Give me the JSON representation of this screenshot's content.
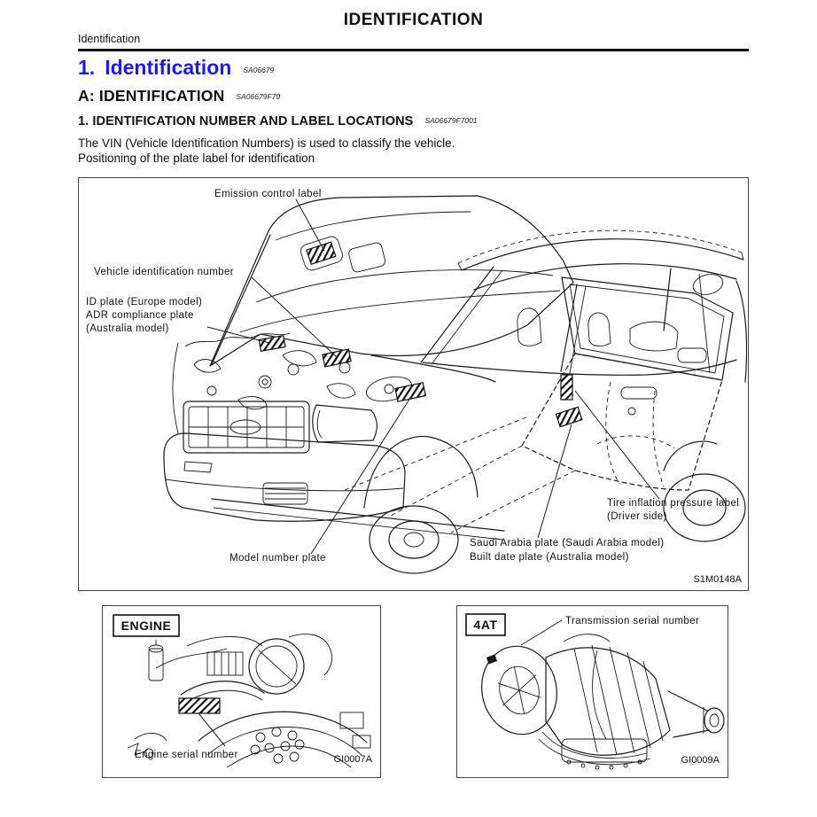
{
  "colors": {
    "accent_blue": "#1c1ce0",
    "ink": "#111111"
  },
  "header": {
    "title": "IDENTIFICATION",
    "breadcrumb": "Identification"
  },
  "sections": {
    "h1": {
      "number": "1.",
      "title": "Identification",
      "code": "SA06679"
    },
    "h2": {
      "title": "A: IDENTIFICATION",
      "code": "SA06679F70"
    },
    "h3": {
      "title": "1. IDENTIFICATION NUMBER AND LABEL LOCATIONS",
      "code": "SA06679F7001"
    }
  },
  "body": {
    "line1": "The VIN (Vehicle Identification Numbers) is used to classify the vehicle.",
    "line2": "Positioning of the plate label for identification"
  },
  "main_figure": {
    "code": "S1M0148A",
    "labels": {
      "emission": "Emission control label",
      "vin": "Vehicle identification number",
      "id_plate_1": "ID plate (Europe model)",
      "id_plate_2": "ADR compliance plate",
      "id_plate_3": "(Australia model)",
      "model_plate": "Model number plate",
      "tire_1": "Tire inflation pressure label",
      "tire_2": "(Driver side)",
      "saudi_1": "Saudi Arabia plate (Saudi Arabia model)",
      "saudi_2": "Built date plate (Australia model)"
    }
  },
  "engine_figure": {
    "tag": "ENGINE",
    "label": "Engine serial number",
    "code": "GI0007A"
  },
  "transmission_figure": {
    "tag": "4AT",
    "label": "Transmission serial number",
    "code": "GI0009A"
  }
}
